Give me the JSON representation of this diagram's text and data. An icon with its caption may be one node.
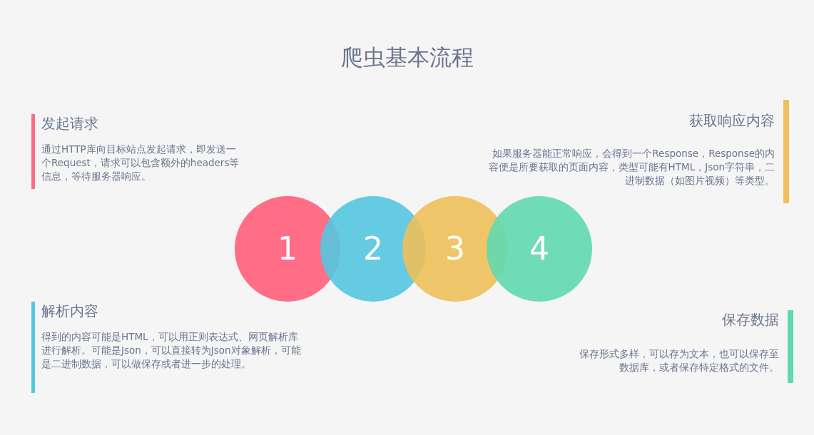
{
  "diagram": {
    "title": "爬虫基本流程",
    "nodes": [
      {
        "text": [
          "发起请求",
          "通过HTTP库向目标站点发起请求，即发送一个Request，请求可以包含额外的headers等信息，等待服务器响应。"
        ]
      },
      {
        "text": [
          "获取响应内容",
          "如果服务器能正常响应，会得到一个Response，Response的内容便是所要获取的页面内容，类型可能有HTML，Json字符串，二进制数据（如图片视频）等类型。"
        ]
      },
      {
        "text": [
          "1"
        ]
      },
      {
        "text": [
          "2"
        ]
      },
      {
        "text": [
          "3"
        ]
      },
      {
        "text": [
          "4"
        ]
      },
      {
        "text": [
          "解析内容",
          "得到的内容可能是HTML，可以用正则表达式、网页解析库进行解析。可能是Json，可以直接转为Json对象解析，可能是二进制数据，可以做保存或者进一步的处理。"
        ]
      },
      {
        "text": [
          "保存数据",
          "保存形式多样，可以存为文本，也可以保存至数据库，或者保存特定格式的文件。"
        ]
      }
    ],
    "edges": []
  }
}
